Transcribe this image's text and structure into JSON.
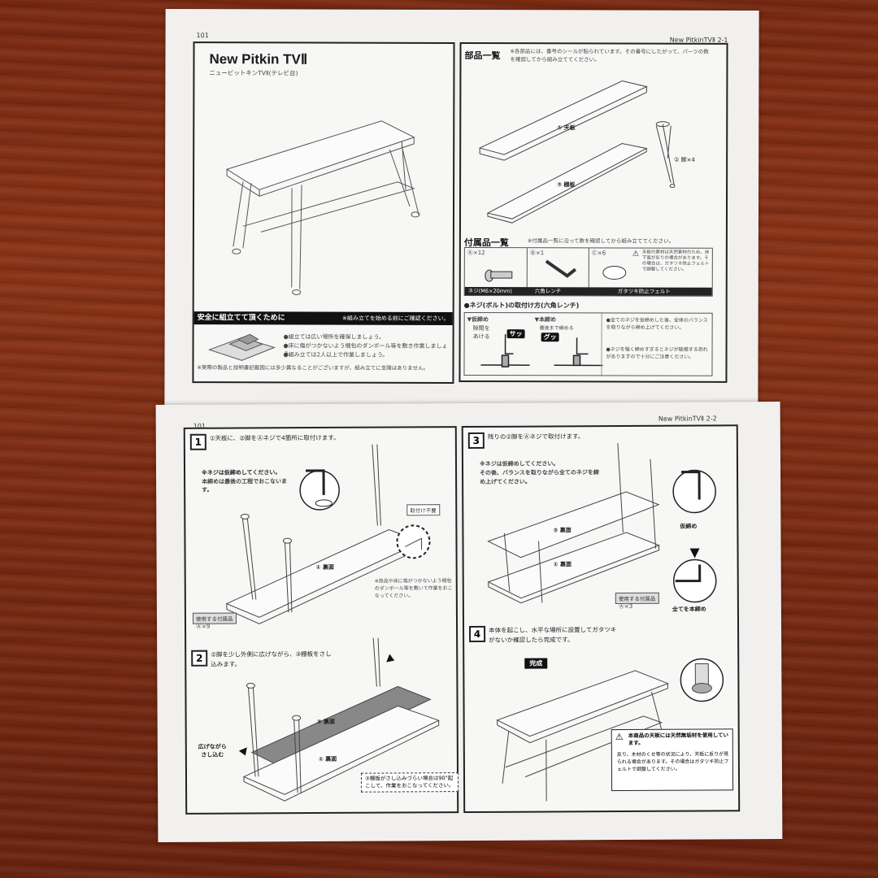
{
  "sheet_top": {
    "page_left": "101",
    "page_right": "New PitkinTVⅡ 2-1",
    "product_title": "New Pitkin TVⅡ",
    "product_subtitle": "ニュービットキンTVⅡ(テレビ台)",
    "safety_bar": "安全に組立てて頂くために",
    "safety_bar_note": "※組み立てを始める前にご確認ください。",
    "safety_items": [
      "●組立ては広い場所を確保しましょう。",
      "●床に傷がつかないよう梱包のダンボール等を敷き作業しましょう。",
      "●組み立ては2人以上で作業しましょう。"
    ],
    "safety_footer": "※実際の製品と説明書記載図には多少異なることがございますが、組み立てに支障はありません。",
    "parts_title": "部品一覧",
    "parts_note": "※各部品には、番号のシールが貼られています。その番号にしたがって、パーツの数を確認してから組み立ててください。",
    "parts": [
      {
        "label": "① 天板"
      },
      {
        "label": "② 脚×4"
      },
      {
        "label": "③ 棚板"
      }
    ],
    "accessories_title": "付属品一覧",
    "accessories_note": "※付属品一覧に沿って数を確認してから組み立ててください。",
    "accessories": [
      {
        "qty": "Ⓐ×12",
        "name": "ネジ(M6×20mm)"
      },
      {
        "qty": "Ⓑ×1",
        "name": "六角レンチ"
      },
      {
        "qty": "Ⓒ×6",
        "name": "ガタツキ防止フェルト"
      }
    ],
    "felt_note": "天板の素材は天然素材のため、床下面が反りの場合があります。その場合は、ガタツキ防止フェルトで調整してください。",
    "bolt_title": "●ネジ(ボルト)の取付け方(六角レンチ)",
    "bolt_temp": "▼仮締め",
    "bolt_temp_desc": "隙間を\nあける",
    "bolt_final": "▼本締め",
    "bolt_final_desc": "最後まで締める",
    "bolt_sound_1": "サッ",
    "bolt_sound_2": "グッ",
    "bolt_notes": [
      "●全てのネジを仮締めした後、全体のバランスを取りながら締め上げてください。",
      "●ネジを強く締めすぎるとネジが破損する恐れがありますので十分にご注意ください。"
    ]
  },
  "sheet_bottom": {
    "page_left": "101",
    "page_right": "New PitkinTVⅡ 2-2",
    "step1": {
      "num": "1",
      "text": "①天板に、②脚をⒶネジで4箇所に取付けます。",
      "warn": "※ネジは仮締めしてください。",
      "warn_sub": "本締めは最後の工程でおこないます。",
      "no_install": "取付け不要",
      "part_label": "① 裏面",
      "floor_note": "※商品や床に傷がつかないよう梱包のダンボール等を敷いて作業をおこなってください。",
      "used_parts": "使用する付属品",
      "used_qty": "Ⓐ×9"
    },
    "step2": {
      "num": "2",
      "text": "②脚を少し外側に広げながら、③棚板をさし込みます。",
      "spread": "広げながら\nさし込む",
      "part3": "③ 裏面",
      "part1": "① 裏面",
      "note": "③棚板がさし込みづらい場合は90°起こして、作業をおこなってください。"
    },
    "step3": {
      "num": "3",
      "text": "残りの②脚をⒶネジで取付けます。",
      "sub": "※ネジは仮締めしてください。\nその後、バランスを取りながら全てのネジを締め上げてください。",
      "part3": "③ 裏面",
      "part1": "① 裏面",
      "temp": "仮締め",
      "final": "全てを本締め",
      "used_parts": "使用する付属品",
      "used_qty": "Ⓐ×3"
    },
    "step4": {
      "num": "4",
      "text": "本体を起こし、水平な場所に設置してガタツキがないか確認したら完成です。",
      "done": "完成",
      "caution_title": "本商品の天板には天然無垢材を使用しています。",
      "caution_body": "反り、木材のくせ等の状況により、天板に反りが見られる場合があります。その場合はガタツキ防止フェルトで調整してください。"
    }
  }
}
